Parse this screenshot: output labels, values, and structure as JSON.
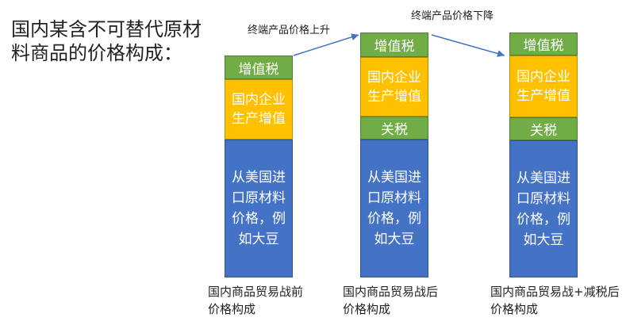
{
  "title": "国内某含不可替代原材料商品的价格构成：",
  "bars": [
    {
      "vat": "增值税",
      "domestic": "国内企业生产增值",
      "imported": "从美国进口原材料价格，例如大豆",
      "caption": "国内商品贸易战前价格构成"
    },
    {
      "vat": "增值税",
      "domestic": "国内企业生产增值",
      "tariff": "关税",
      "imported": "从美国进口原材料价格，例如大豆",
      "caption": "国内商品贸易战后价格构成"
    },
    {
      "vat": "增值税",
      "domestic": "国内企业生产增值",
      "tariff": "关税",
      "imported": "从美国进口原材料价格，例如大豆",
      "caption": "国内商品贸易战+减税后价格构成"
    }
  ],
  "annotations": {
    "rise": "终端产品价格上升",
    "fall": "终端产品价格下降"
  },
  "colors": {
    "vat": "#70ad47",
    "domestic": "#ffc000",
    "tariff": "#70ad47",
    "imported": "#4472c4",
    "arrow": "#4472c4"
  }
}
